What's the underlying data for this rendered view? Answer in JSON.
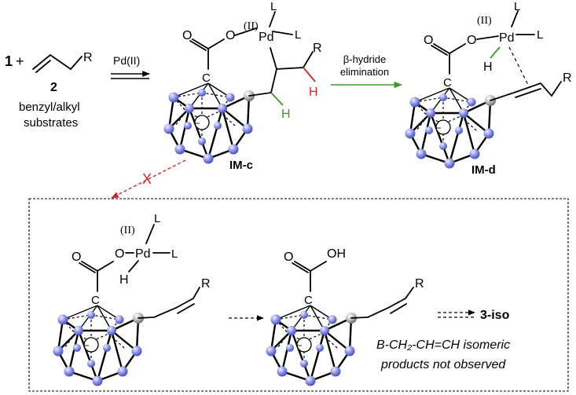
{
  "colors": {
    "boron": "#7f86e6",
    "carbon": "#a9aeab",
    "green": "#3a9a2a",
    "red": "#d02828",
    "black": "#000000"
  },
  "labels": {
    "compound1": "1",
    "plus": "+",
    "compound2": "2",
    "substrate_line1": "benzyl/alkyl",
    "substrate_line2": "substrates",
    "reagent": "Pd(II)",
    "beta_line1": "β-hydride",
    "beta_line2": "elimination",
    "blocked_mark": "X",
    "im_c": "IM-c",
    "im_d": "IM-d",
    "product": "3-iso",
    "note_line1": "B-CH₂-CH=CH isomeric",
    "note_line2": "products not observed"
  },
  "atoms": {
    "pd": "Pd",
    "ox": "(II)",
    "ligand": "L",
    "oxygen": "O",
    "hydrogen": "H",
    "carbon": "C",
    "r_group": "R",
    "oh": "OH",
    "minus": "−"
  }
}
